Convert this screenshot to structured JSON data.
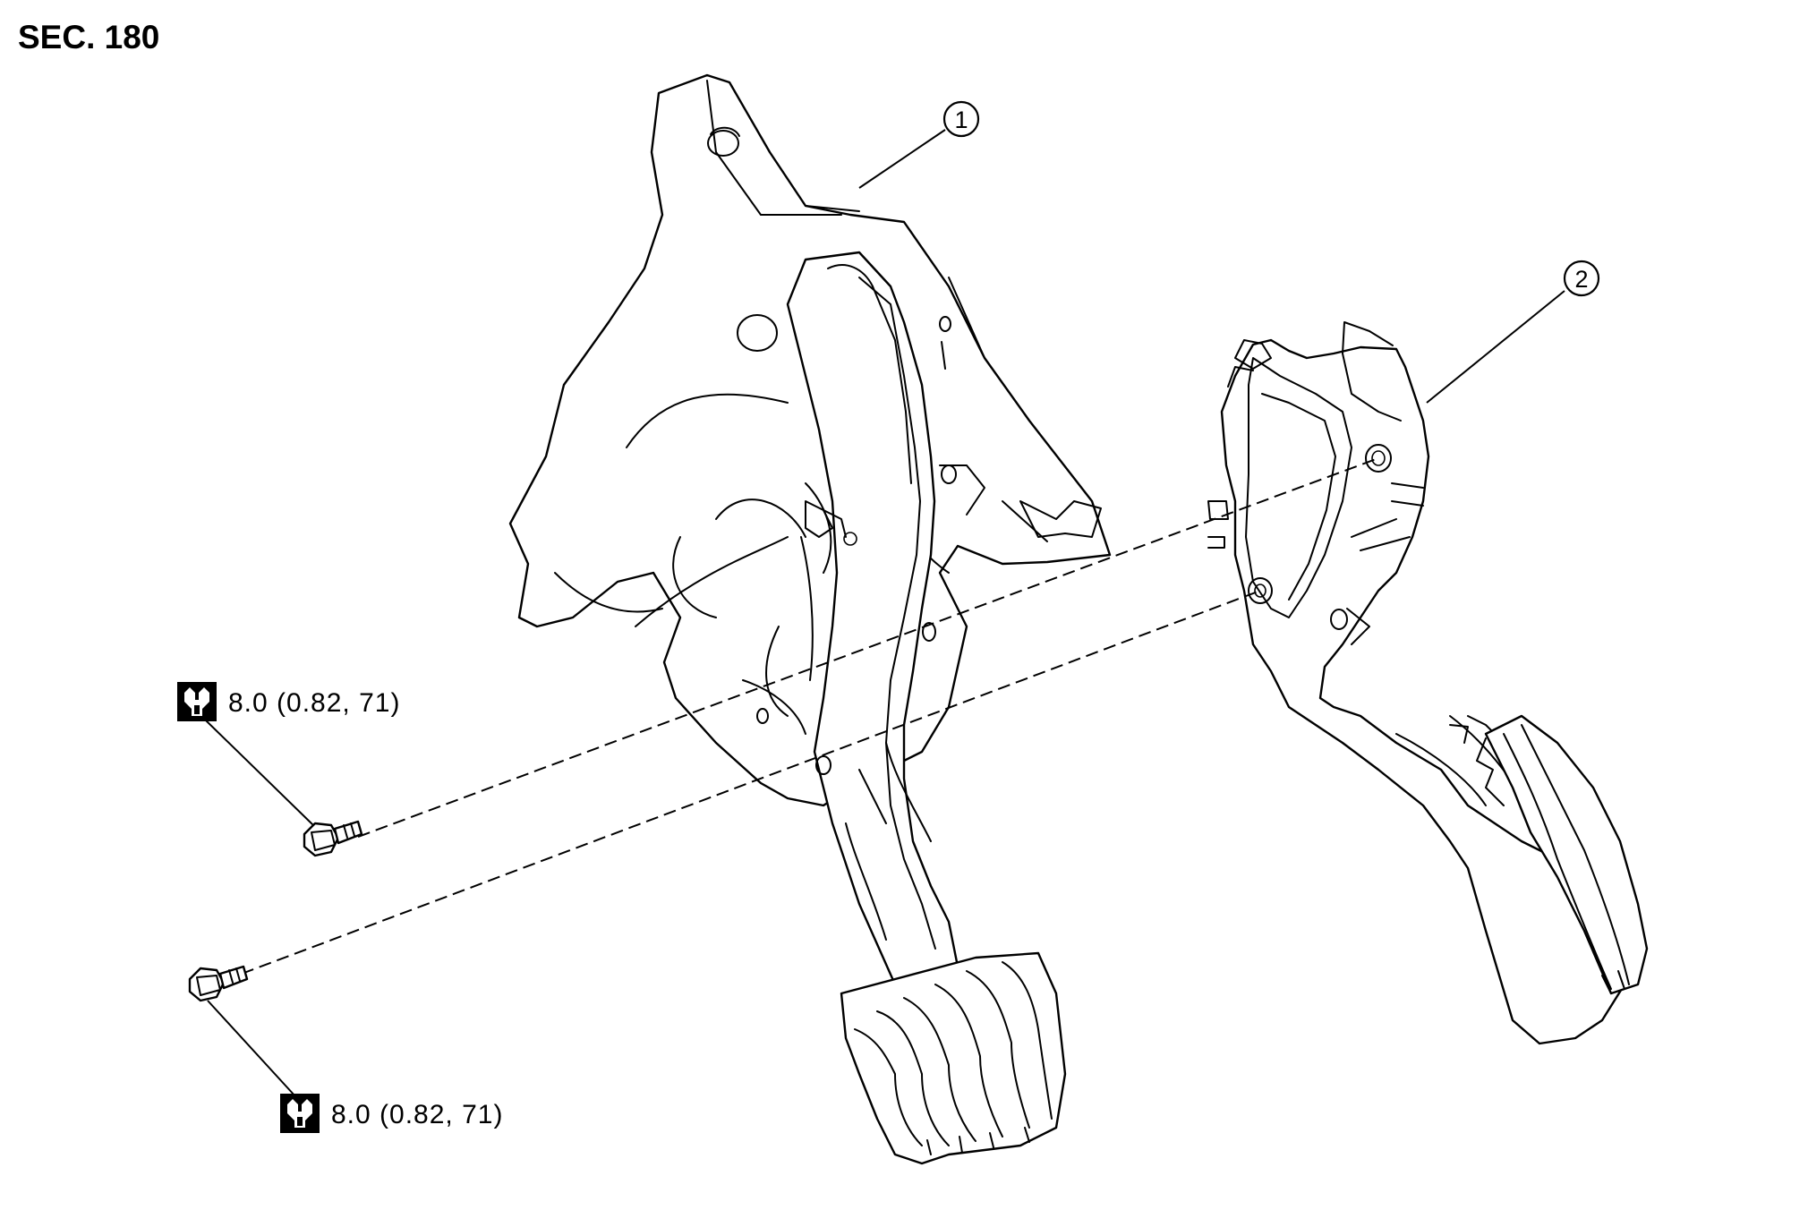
{
  "section_label": "SEC. 180",
  "callouts": [
    {
      "number": "1",
      "part": "brake pedal assembly"
    },
    {
      "number": "2",
      "part": "accelerator pedal assembly"
    }
  ],
  "torque_specs": [
    {
      "value": "8.0 (0.82, 71)",
      "icon": "torque-wrench-icon"
    },
    {
      "value": "8.0 (0.82, 71)",
      "icon": "torque-wrench-icon"
    }
  ]
}
